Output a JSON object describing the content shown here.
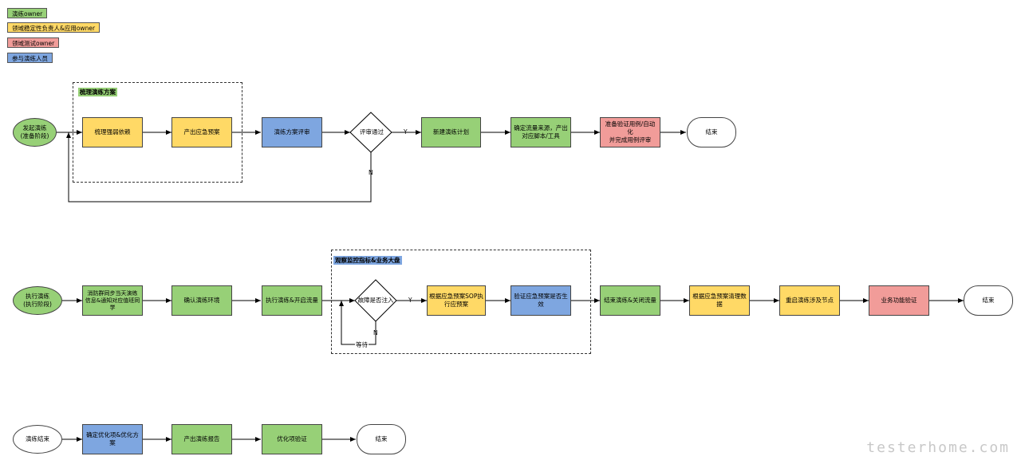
{
  "legend": [
    {
      "label": "演练owner",
      "color": "#97d077"
    },
    {
      "label": "领域稳定性负责人&应用owner",
      "color": "#ffd966"
    },
    {
      "label": "领域测试owner",
      "color": "#f19c99"
    },
    {
      "label": "参与演练人员",
      "color": "#7ea6e0"
    }
  ],
  "phase1": {
    "group_label": "梳理演练方案",
    "start": "发起演练\n(准备阶段)",
    "n1": "梳理强弱依赖",
    "n2": "产出应急预案",
    "n3": "演练方案评审",
    "decision": "评审通过",
    "yes": "Y",
    "no": "N",
    "n4": "新建演练计划",
    "n5": "确定流量来源，产出\n对应脚本/工具",
    "n6": "准备验证用例/自动化\n并完成用例评审",
    "end": "结束"
  },
  "phase2": {
    "group_label": "观察监控指标&业务大盘",
    "start": "执行演练\n(执行阶段)",
    "n1": "消防群同步当天演练\n信息&通知对应值班同\n学",
    "n2": "确认演练环境",
    "n3": "执行演练&开启流量",
    "decision": "故障是否注入",
    "yes": "Y",
    "no": "N",
    "wait": "等待",
    "n4": "根据应急预案SOP执\n行应预案",
    "n5": "验证应急预案是否生\n效",
    "n6": "结束演练&关闭流量",
    "n7": "根据应急预案清理数\n据",
    "n8": "重启演练涉及节点",
    "n9": "业务功能验证",
    "end": "结束"
  },
  "phase3": {
    "start": "演练结束",
    "n1": "确定优化项&优化方案",
    "n2": "产出演练报告",
    "n3": "优化项验证",
    "end": "结束"
  },
  "watermark": "testerhome.com"
}
